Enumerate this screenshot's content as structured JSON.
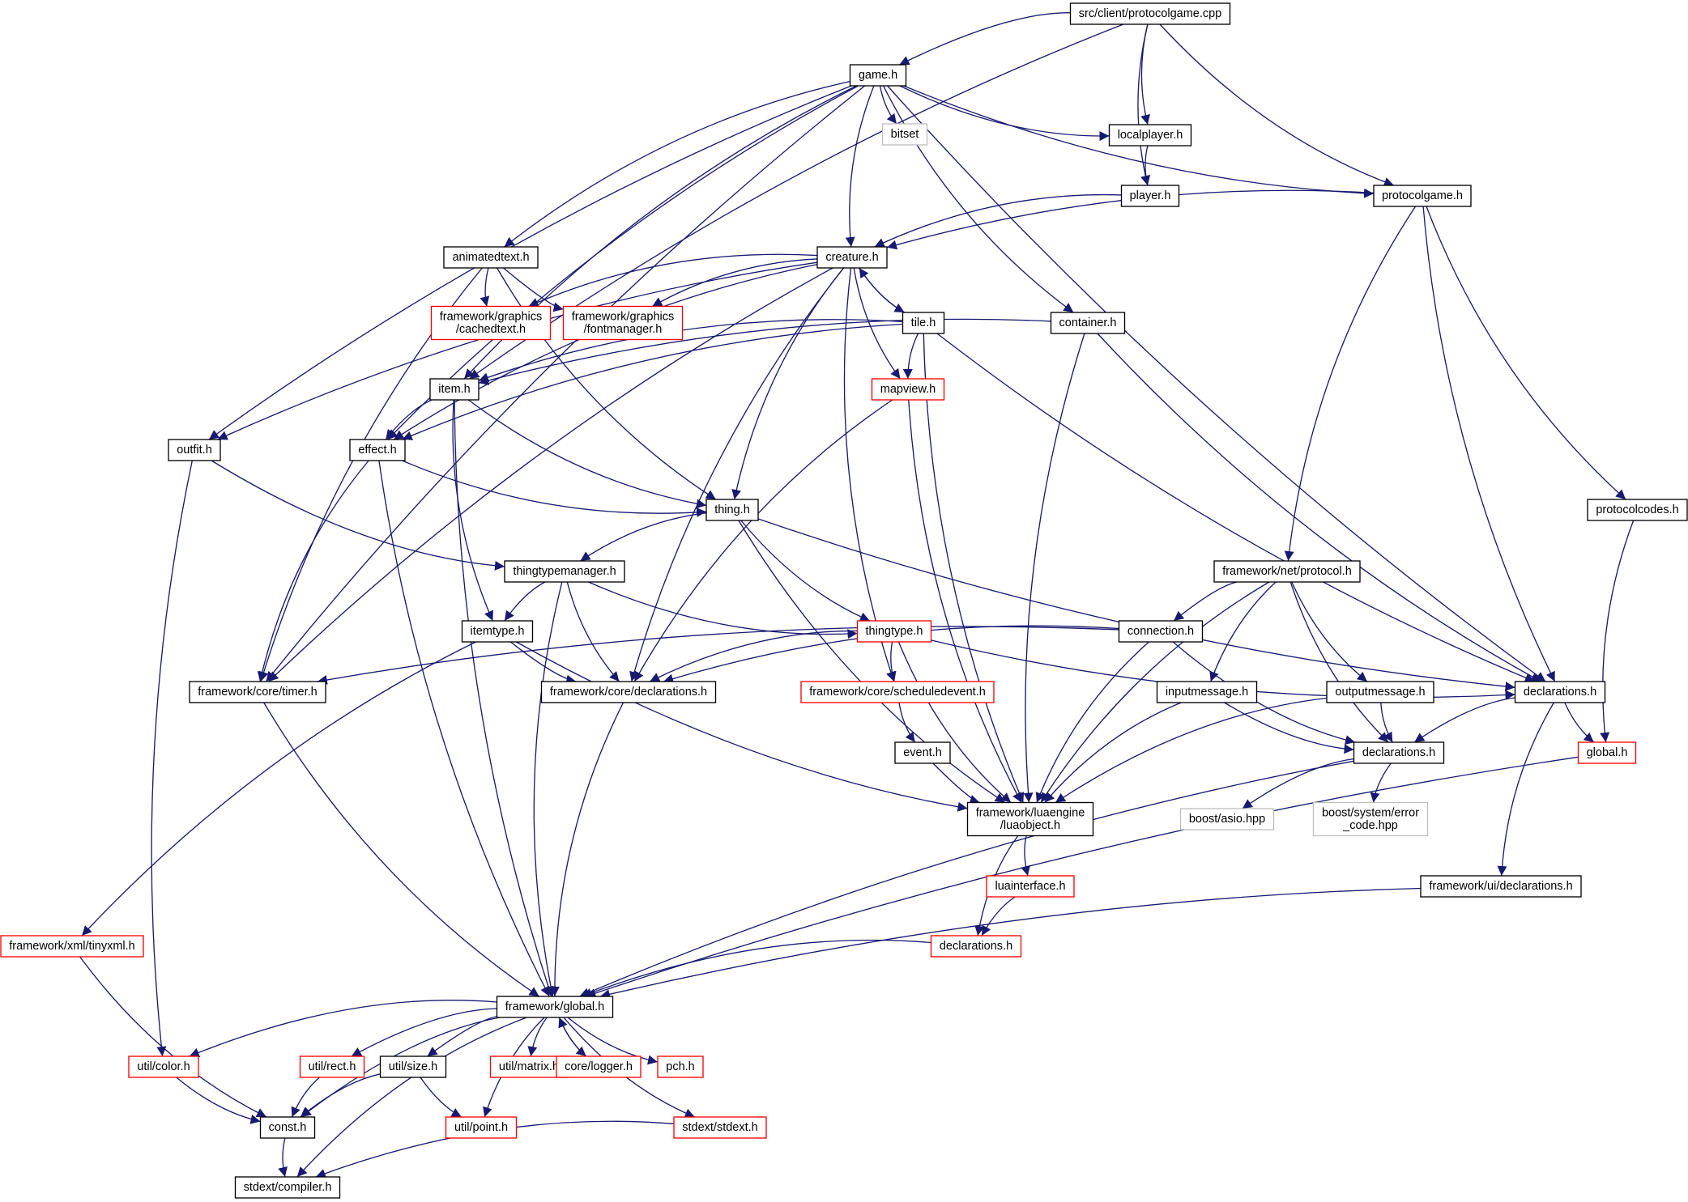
{
  "colors": {
    "edge": "#191970",
    "root_fill": "#bfbfbf",
    "normal_border": "#000000",
    "external_border": "#bfbfbf",
    "truncated_border": "#ff0000",
    "background": "#ffffff"
  },
  "nodes": [
    {
      "id": "root",
      "lines": [
        "src/client/protocolgame.cpp"
      ],
      "style": "root"
    },
    {
      "id": "game",
      "lines": [
        "game.h"
      ],
      "style": "normal"
    },
    {
      "id": "bitset",
      "lines": [
        "bitset"
      ],
      "style": "external"
    },
    {
      "id": "localplayer",
      "lines": [
        "localplayer.h"
      ],
      "style": "normal"
    },
    {
      "id": "player",
      "lines": [
        "player.h"
      ],
      "style": "normal"
    },
    {
      "id": "protocolgame",
      "lines": [
        "protocolgame.h"
      ],
      "style": "normal"
    },
    {
      "id": "animatedtext",
      "lines": [
        "animatedtext.h"
      ],
      "style": "normal"
    },
    {
      "id": "creature",
      "lines": [
        "creature.h"
      ],
      "style": "normal"
    },
    {
      "id": "cachedtext",
      "lines": [
        "framework/graphics",
        "/cachedtext.h"
      ],
      "style": "truncated"
    },
    {
      "id": "fontmanager",
      "lines": [
        "framework/graphics",
        "/fontmanager.h"
      ],
      "style": "truncated"
    },
    {
      "id": "tile",
      "lines": [
        "tile.h"
      ],
      "style": "normal"
    },
    {
      "id": "container",
      "lines": [
        "container.h"
      ],
      "style": "normal"
    },
    {
      "id": "item",
      "lines": [
        "item.h"
      ],
      "style": "normal"
    },
    {
      "id": "mapview",
      "lines": [
        "mapview.h"
      ],
      "style": "truncated"
    },
    {
      "id": "outfit",
      "lines": [
        "outfit.h"
      ],
      "style": "normal"
    },
    {
      "id": "effect",
      "lines": [
        "effect.h"
      ],
      "style": "normal"
    },
    {
      "id": "thing",
      "lines": [
        "thing.h"
      ],
      "style": "normal"
    },
    {
      "id": "protocolcodes",
      "lines": [
        "protocolcodes.h"
      ],
      "style": "normal"
    },
    {
      "id": "thingtypemanager",
      "lines": [
        "thingtypemanager.h"
      ],
      "style": "normal"
    },
    {
      "id": "netprotocol",
      "lines": [
        "framework/net/protocol.h"
      ],
      "style": "normal"
    },
    {
      "id": "itemtype",
      "lines": [
        "itemtype.h"
      ],
      "style": "normal"
    },
    {
      "id": "thingtype",
      "lines": [
        "thingtype.h"
      ],
      "style": "truncated"
    },
    {
      "id": "connection",
      "lines": [
        "connection.h"
      ],
      "style": "normal"
    },
    {
      "id": "coretimer",
      "lines": [
        "framework/core/timer.h"
      ],
      "style": "normal"
    },
    {
      "id": "coredecl",
      "lines": [
        "framework/core/declarations.h"
      ],
      "style": "normal"
    },
    {
      "id": "scheduledevent",
      "lines": [
        "framework/core/scheduledevent.h"
      ],
      "style": "truncated"
    },
    {
      "id": "inputmessage",
      "lines": [
        "inputmessage.h"
      ],
      "style": "normal"
    },
    {
      "id": "outputmessage",
      "lines": [
        "outputmessage.h"
      ],
      "style": "normal"
    },
    {
      "id": "decl1",
      "lines": [
        "declarations.h"
      ],
      "style": "normal"
    },
    {
      "id": "event",
      "lines": [
        "event.h"
      ],
      "style": "normal"
    },
    {
      "id": "decl2",
      "lines": [
        "declarations.h"
      ],
      "style": "normal"
    },
    {
      "id": "global",
      "lines": [
        "global.h"
      ],
      "style": "truncated"
    },
    {
      "id": "luaobject",
      "lines": [
        "framework/luaengine",
        "/luaobject.h"
      ],
      "style": "normal"
    },
    {
      "id": "asio",
      "lines": [
        "boost/asio.hpp"
      ],
      "style": "external"
    },
    {
      "id": "errorcode",
      "lines": [
        "boost/system/error",
        "_code.hpp"
      ],
      "style": "external"
    },
    {
      "id": "luainterface",
      "lines": [
        "luainterface.h"
      ],
      "style": "truncated"
    },
    {
      "id": "uidecl",
      "lines": [
        "framework/ui/declarations.h"
      ],
      "style": "normal"
    },
    {
      "id": "tinyxml",
      "lines": [
        "framework/xml/tinyxml.h"
      ],
      "style": "truncated"
    },
    {
      "id": "decl3",
      "lines": [
        "declarations.h"
      ],
      "style": "truncated"
    },
    {
      "id": "fwglobal",
      "lines": [
        "framework/global.h"
      ],
      "style": "normal"
    },
    {
      "id": "color",
      "lines": [
        "util/color.h"
      ],
      "style": "truncated"
    },
    {
      "id": "rect",
      "lines": [
        "util/rect.h"
      ],
      "style": "truncated"
    },
    {
      "id": "size",
      "lines": [
        "util/size.h"
      ],
      "style": "normal"
    },
    {
      "id": "matrix",
      "lines": [
        "util/matrix.h"
      ],
      "style": "truncated"
    },
    {
      "id": "logger",
      "lines": [
        "core/logger.h"
      ],
      "style": "truncated"
    },
    {
      "id": "pch",
      "lines": [
        "pch.h"
      ],
      "style": "truncated"
    },
    {
      "id": "const",
      "lines": [
        "const.h"
      ],
      "style": "normal"
    },
    {
      "id": "point",
      "lines": [
        "util/point.h"
      ],
      "style": "truncated"
    },
    {
      "id": "stdext",
      "lines": [
        "stdext/stdext.h"
      ],
      "style": "truncated"
    },
    {
      "id": "compiler",
      "lines": [
        "stdext/compiler.h"
      ],
      "style": "normal"
    }
  ],
  "edges": [
    [
      "root",
      "game"
    ],
    [
      "root",
      "localplayer"
    ],
    [
      "root",
      "player"
    ],
    [
      "root",
      "protocolgame"
    ],
    [
      "root",
      "item"
    ],
    [
      "game",
      "bitset"
    ],
    [
      "game",
      "localplayer"
    ],
    [
      "game",
      "protocolgame"
    ],
    [
      "game",
      "animatedtext"
    ],
    [
      "game",
      "creature"
    ],
    [
      "game",
      "container"
    ],
    [
      "game",
      "item"
    ],
    [
      "game",
      "outfit"
    ],
    [
      "game",
      "effect"
    ],
    [
      "game",
      "coretimer"
    ],
    [
      "game",
      "decl1"
    ],
    [
      "localplayer",
      "player"
    ],
    [
      "player",
      "creature"
    ],
    [
      "protocolgame",
      "creature"
    ],
    [
      "protocolgame",
      "protocolcodes"
    ],
    [
      "protocolgame",
      "netprotocol"
    ],
    [
      "protocolgame",
      "decl1"
    ],
    [
      "animatedtext",
      "cachedtext"
    ],
    [
      "animatedtext",
      "fontmanager"
    ],
    [
      "animatedtext",
      "thing"
    ],
    [
      "animatedtext",
      "coretimer"
    ],
    [
      "creature",
      "cachedtext"
    ],
    [
      "creature",
      "fontmanager"
    ],
    [
      "creature",
      "tile"
    ],
    [
      "creature",
      "mapview"
    ],
    [
      "creature",
      "thing"
    ],
    [
      "creature",
      "outfit"
    ],
    [
      "creature",
      "effect"
    ],
    [
      "creature",
      "coretimer"
    ],
    [
      "creature",
      "coredecl"
    ],
    [
      "creature",
      "scheduledevent"
    ],
    [
      "tile",
      "creature"
    ],
    [
      "tile",
      "item"
    ],
    [
      "tile",
      "effect"
    ],
    [
      "tile",
      "mapview"
    ],
    [
      "tile",
      "decl1"
    ],
    [
      "tile",
      "luaobject"
    ],
    [
      "container",
      "item"
    ],
    [
      "container",
      "decl1"
    ],
    [
      "container",
      "luaobject"
    ],
    [
      "item",
      "effect"
    ],
    [
      "item",
      "thing"
    ],
    [
      "item",
      "itemtype"
    ],
    [
      "item",
      "fwglobal"
    ],
    [
      "mapview",
      "coredecl"
    ],
    [
      "mapview",
      "luaobject"
    ],
    [
      "outfit",
      "thingtypemanager"
    ],
    [
      "outfit",
      "color"
    ],
    [
      "effect",
      "thing"
    ],
    [
      "effect",
      "coretimer"
    ],
    [
      "effect",
      "fwglobal"
    ],
    [
      "thing",
      "thingtypemanager"
    ],
    [
      "thing",
      "thingtype"
    ],
    [
      "thing",
      "decl1"
    ],
    [
      "thing",
      "luaobject"
    ],
    [
      "protocolcodes",
      "global"
    ],
    [
      "thingtypemanager",
      "itemtype"
    ],
    [
      "thingtypemanager",
      "thingtype"
    ],
    [
      "thingtypemanager",
      "coredecl"
    ],
    [
      "thingtypemanager",
      "fwglobal"
    ],
    [
      "netprotocol",
      "connection"
    ],
    [
      "netprotocol",
      "inputmessage"
    ],
    [
      "netprotocol",
      "outputmessage"
    ],
    [
      "netprotocol",
      "decl2"
    ],
    [
      "netprotocol",
      "luaobject"
    ],
    [
      "itemtype",
      "coredecl"
    ],
    [
      "itemtype",
      "tinyxml"
    ],
    [
      "itemtype",
      "luaobject"
    ],
    [
      "thingtype",
      "coredecl"
    ],
    [
      "thingtype",
      "scheduledevent"
    ],
    [
      "thingtype",
      "decl1"
    ],
    [
      "thingtype",
      "luaobject"
    ],
    [
      "connection",
      "coretimer"
    ],
    [
      "connection",
      "coredecl"
    ],
    [
      "connection",
      "decl2"
    ],
    [
      "connection",
      "luaobject"
    ],
    [
      "coretimer",
      "fwglobal"
    ],
    [
      "coredecl",
      "fwglobal"
    ],
    [
      "scheduledevent",
      "event"
    ],
    [
      "event",
      "luaobject"
    ],
    [
      "inputmessage",
      "decl2"
    ],
    [
      "inputmessage",
      "luaobject"
    ],
    [
      "outputmessage",
      "decl2"
    ],
    [
      "outputmessage",
      "luaobject"
    ],
    [
      "decl1",
      "decl2"
    ],
    [
      "decl1",
      "global"
    ],
    [
      "decl1",
      "uidecl"
    ],
    [
      "decl2",
      "asio"
    ],
    [
      "decl2",
      "errorcode"
    ],
    [
      "decl2",
      "fwglobal"
    ],
    [
      "global",
      "fwglobal"
    ],
    [
      "luaobject",
      "luainterface"
    ],
    [
      "luaobject",
      "decl3"
    ],
    [
      "luainterface",
      "decl3"
    ],
    [
      "uidecl",
      "fwglobal"
    ],
    [
      "tinyxml",
      "const"
    ],
    [
      "decl3",
      "fwglobal"
    ],
    [
      "fwglobal",
      "color"
    ],
    [
      "fwglobal",
      "rect"
    ],
    [
      "fwglobal",
      "size"
    ],
    [
      "fwglobal",
      "matrix"
    ],
    [
      "fwglobal",
      "logger"
    ],
    [
      "fwglobal",
      "pch"
    ],
    [
      "fwglobal",
      "const"
    ],
    [
      "fwglobal",
      "point"
    ],
    [
      "fwglobal",
      "stdext"
    ],
    [
      "fwglobal",
      "compiler"
    ],
    [
      "logger",
      "fwglobal"
    ],
    [
      "color",
      "const"
    ],
    [
      "rect",
      "const"
    ],
    [
      "size",
      "const"
    ],
    [
      "size",
      "point"
    ],
    [
      "const",
      "compiler"
    ],
    [
      "stdext",
      "compiler"
    ]
  ]
}
